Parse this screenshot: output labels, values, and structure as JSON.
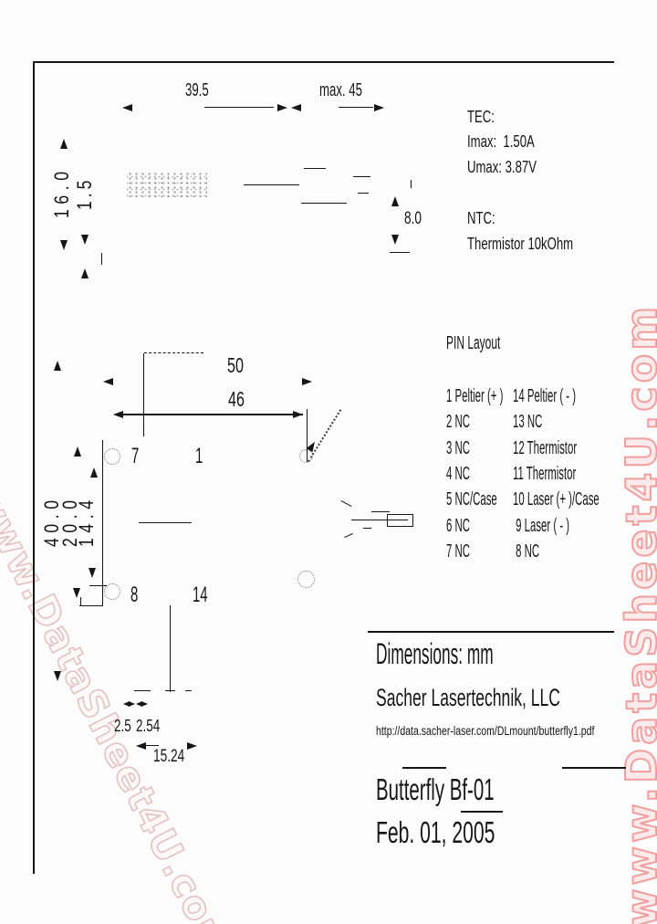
{
  "watermarks": {
    "diagonal": "www.DataSheet4U.com",
    "vertical": "www.DataSheet4U.com"
  },
  "specs": {
    "tec_title": "TEC:",
    "imax": "Imax:  1.50A",
    "umax": "Umax: 3.87V",
    "ntc_title": "NTC:",
    "ntc_value": "Thermistor 10kOhm"
  },
  "pin_layout": {
    "title": "PIN Layout",
    "rows": [
      {
        "left": "1 Peltier (+ )",
        "right": "14 Peltier ( - )"
      },
      {
        "left": "2 NC",
        "right": "13 NC"
      },
      {
        "left": "3 NC",
        "right": "12 Thermistor"
      },
      {
        "left": "4 NC",
        "right": "11 Thermistor"
      },
      {
        "left": "5 NC/Case",
        "right": "10 Laser (+ )/Case"
      },
      {
        "left": "6 NC",
        "right": " 9 Laser ( - )"
      },
      {
        "left": "7 NC",
        "right": " 8 NC"
      }
    ]
  },
  "pins": {
    "p7": "7",
    "p1": "1",
    "p8": "8",
    "p14": "14"
  },
  "dims": {
    "top_width": "39.5",
    "top_max": "max. 45",
    "body_height": "16.0",
    "lid": "1.5",
    "pin_length": "8.0",
    "width_outer": "50",
    "width_pins": "46",
    "height": "40.0",
    "depth": "20.0",
    "inner": "14.4",
    "pin_offset": "2.5",
    "pin_pitch": "2.54",
    "pin_row_span": "15.24"
  },
  "title_block": {
    "dimensions_note": "Dimensions: mm",
    "company": "Sacher Lasertechnik, LLC",
    "url": "http://data.sacher-laser.com/DLmount/butterfly1.pdf",
    "product": "Butterfly Bf-01",
    "date": "Feb. 01, 2005"
  },
  "colors": {
    "ink": "#161616",
    "watermark_stroke": "#f19e9e",
    "watermark_fill": "#fdeaea",
    "diag_stroke": "#dfb3b3"
  }
}
